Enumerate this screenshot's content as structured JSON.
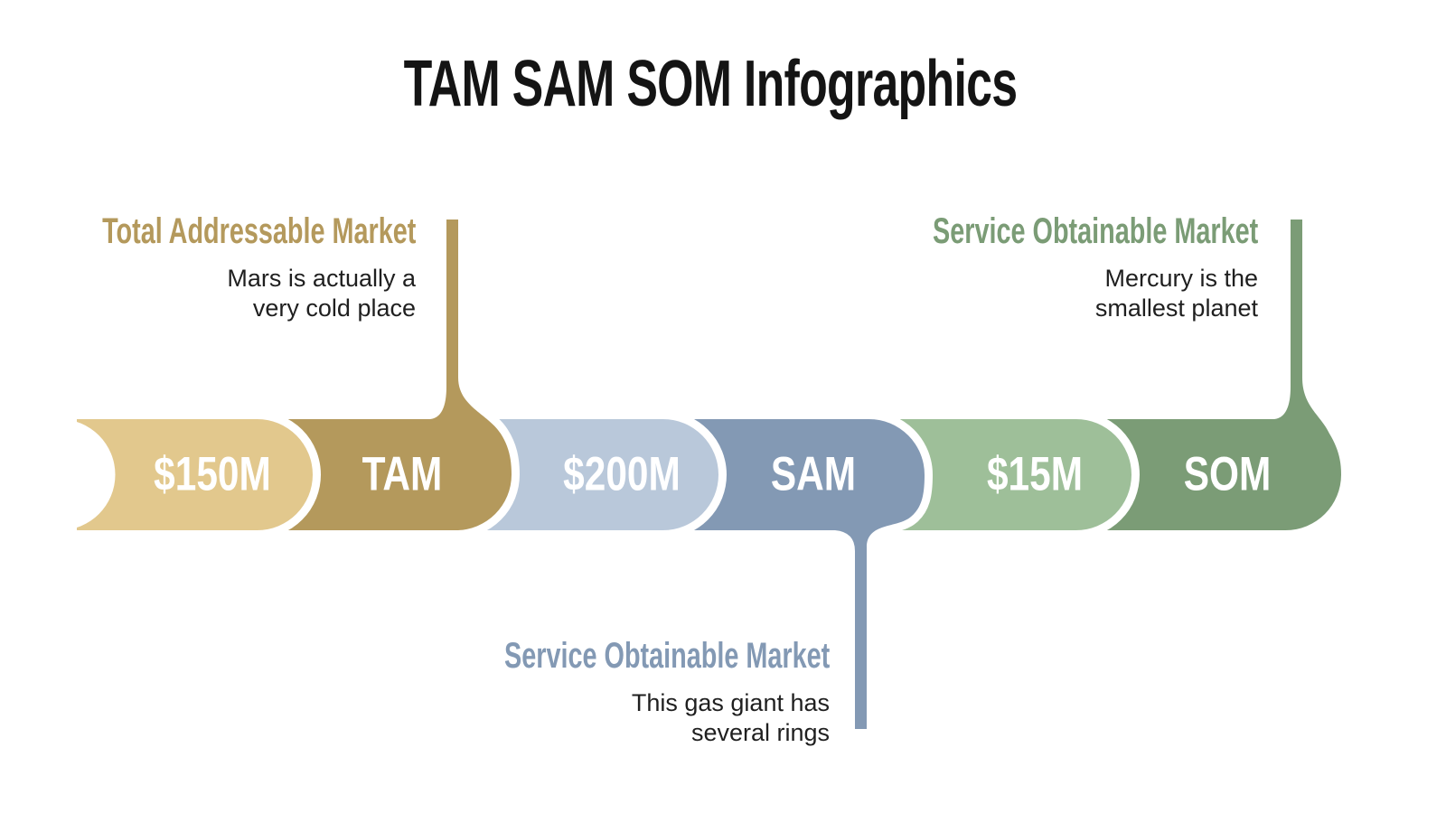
{
  "title": "TAM SAM SOM Infographics",
  "segments": [
    {
      "id": "tam-value",
      "label": "$150M",
      "color": "#e2c88d"
    },
    {
      "id": "tam",
      "label": "TAM",
      "color": "#b4995c"
    },
    {
      "id": "sam-value",
      "label": "$200M",
      "color": "#b9c8da"
    },
    {
      "id": "sam",
      "label": "SAM",
      "color": "#8399b4"
    },
    {
      "id": "som-value",
      "label": "$15M",
      "color": "#9ebf99"
    },
    {
      "id": "som",
      "label": "SOM",
      "color": "#7b9c76"
    }
  ],
  "callouts": {
    "tam": {
      "heading": "Total Addressable Market",
      "body_lines": [
        "Mars is actually a",
        "very cold place"
      ],
      "color": "#b4995c"
    },
    "som": {
      "heading": "Service Obtainable Market",
      "body_lines": [
        "Mercury is the",
        "smallest planet"
      ],
      "color": "#7b9c76"
    },
    "sam": {
      "heading": "Service Obtainable Market",
      "body_lines": [
        "This gas giant has",
        "several rings"
      ],
      "color": "#8399b4"
    }
  }
}
